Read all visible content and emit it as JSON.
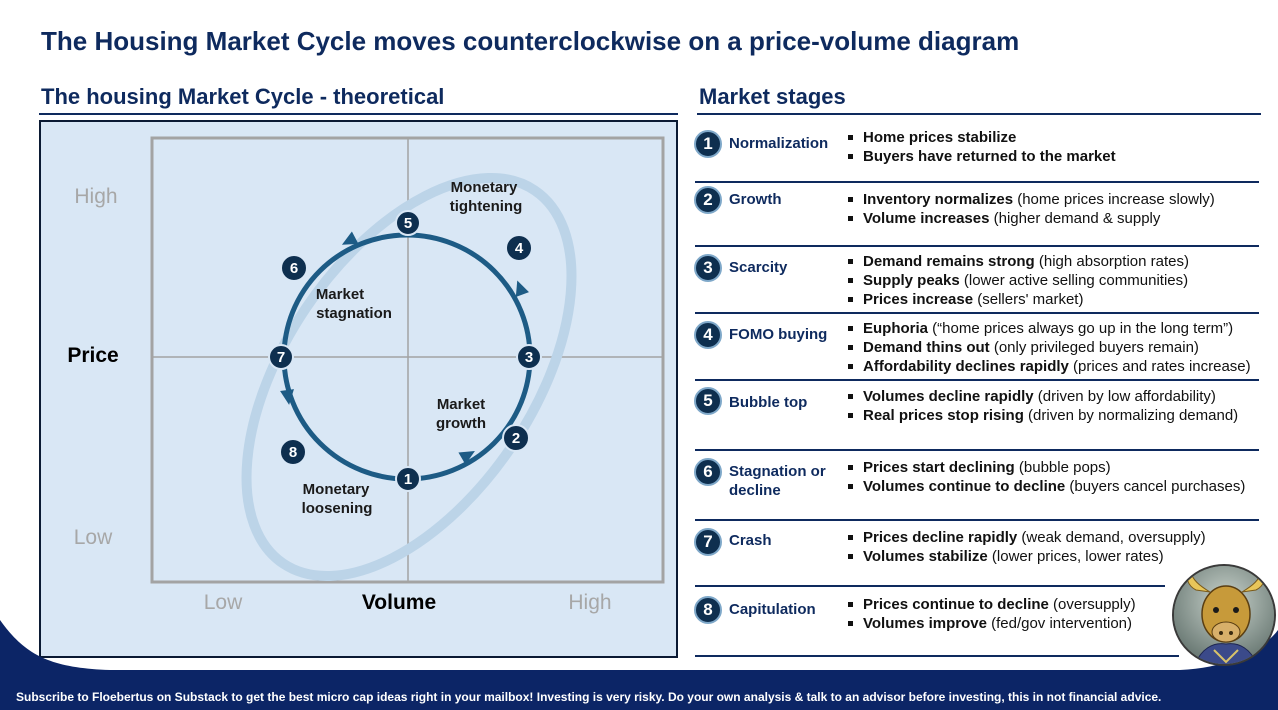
{
  "title": "The Housing Market Cycle moves counterclockwise on a price-volume diagram",
  "left_section": {
    "title": "The housing Market Cycle - theoretical"
  },
  "right_section": {
    "title": "Market stages"
  },
  "diagram": {
    "y_axis_label": "Price",
    "x_axis_label": "Volume",
    "y_high": "High",
    "y_low": "Low",
    "x_low": "Low",
    "x_high": "High",
    "phase_labels": {
      "tightening": [
        "Monetary",
        "tightening"
      ],
      "stagnation": [
        "Market",
        "stagnation"
      ],
      "growth": [
        "Market",
        "growth"
      ],
      "loosening": [
        "Monetary",
        "loosening"
      ]
    },
    "cycle_points": [
      "1",
      "2",
      "3",
      "4",
      "5",
      "6",
      "7",
      "8"
    ],
    "colors": {
      "cycle": "#1d5b85",
      "node": "#0e2f4f",
      "band": "#bcd4e8",
      "panel": "#d9e7f5"
    }
  },
  "stages": [
    {
      "num": "1",
      "name": "Normalization",
      "bullets": [
        {
          "bold": "Home prices stabilize",
          "rest": ""
        },
        {
          "bold": "Buyers  have returned to the market",
          "rest": ""
        }
      ]
    },
    {
      "num": "2",
      "name": "Growth",
      "bullets": [
        {
          "bold": "Inventory normalizes",
          "rest": " (home prices increase slowly)"
        },
        {
          "bold": "Volume increases",
          "rest": " (higher  demand & supply"
        }
      ]
    },
    {
      "num": "3",
      "name": "Scarcity",
      "bullets": [
        {
          "bold": "Demand remains strong",
          "rest": " (high absorption rates)"
        },
        {
          "bold": "Supply peaks",
          "rest": " (lower active selling communities)"
        },
        {
          "bold": "Prices increase",
          "rest": " (sellers' market)"
        }
      ]
    },
    {
      "num": "4",
      "name": "FOMO buying",
      "bullets": [
        {
          "bold": "Euphoria",
          "rest": " (“home prices always go up in the long term”)"
        },
        {
          "bold": "Demand thins out",
          "rest": " (only privileged buyers remain)"
        },
        {
          "bold": "Affordability declines rapidly",
          "rest": " (prices and rates increase)"
        }
      ]
    },
    {
      "num": "5",
      "name": "Bubble top",
      "bullets": [
        {
          "bold": "Volumes decline rapidly",
          "rest": " (driven by low affordability)"
        },
        {
          "bold": "Real prices stop rising",
          "rest": " (driven by normalizing demand)"
        }
      ]
    },
    {
      "num": "6",
      "name": "Stagnation or decline",
      "bullets": [
        {
          "bold": "Prices start declining",
          "rest": " (bubble pops)"
        },
        {
          "bold": "Volumes continue to decline",
          "rest": " (buyers cancel purchases)"
        }
      ]
    },
    {
      "num": "7",
      "name": "Crash",
      "bullets": [
        {
          "bold": "Prices decline rapidly",
          "rest": " (weak demand, oversupply)"
        },
        {
          "bold": "Volumes stabilize",
          "rest": " (lower prices, lower rates)"
        }
      ]
    },
    {
      "num": "8",
      "name": "Capitulation",
      "bullets": [
        {
          "bold": "Prices continue to decline",
          "rest": " (oversupply)"
        },
        {
          "bold": "Volumes improve",
          "rest": " (fed/gov intervention)"
        }
      ]
    }
  ],
  "footer": {
    "text": "Subscribe to Floebertus on Substack to get the best micro cap ideas right in your mailbox!   Investing is very risky.   Do your own analysis & talk to an advisor before investing, this in not financial advice."
  },
  "colors": {
    "navy": "#0e2a5e",
    "footer_bg": "#0c2566"
  }
}
